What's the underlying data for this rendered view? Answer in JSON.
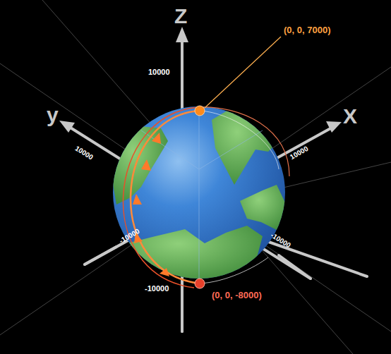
{
  "diagram": {
    "labels": [
      "Z",
      "10000",
      "(0, 0, 7000)",
      "y",
      "10000",
      "X",
      "10000",
      "-10000",
      "-10000",
      "-10000",
      "(0, 0, -8000)"
    ]
  }
}
